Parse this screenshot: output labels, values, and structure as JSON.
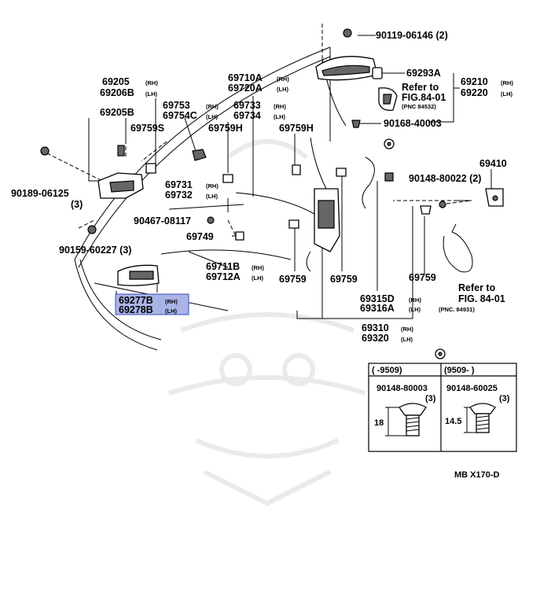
{
  "diagram_code": "MB  X170-D",
  "labels": {
    "p90119": "90119-06146 (2)",
    "p69293": "69293A",
    "p69210": "69210",
    "p69210s": "(RH)",
    "p69220": "69220",
    "p69220s": "(LH)",
    "refer1a": "Refer to",
    "refer1b": "FIG.84-01",
    "refer1c": "(PNC 84532)",
    "p90168": "90168-40003",
    "p69205": "69205",
    "p69205s": "(RH)",
    "p69206b": "69206B",
    "p69206bs": "(LH)",
    "p69205b": "69205B",
    "p69710a": "69710A",
    "p69710as": "(RH)",
    "p69720a": "69720A",
    "p69720as": "(LH)",
    "p69753": "69753",
    "p69753s": "(RH)",
    "p69754c": "69754C",
    "p69754cs": "(LH)",
    "p69733": "69733",
    "p69733s": "(RH)",
    "p69734": "69734",
    "p69734s": "(LH)",
    "p69759s": "69759S",
    "p69759h1": "69759H",
    "p69759h2": "69759H",
    "p90189": "90189-06125",
    "p90189q": "(3)",
    "p69731": "69731",
    "p69731s": "(RH)",
    "p69732": "69732",
    "p69732s": "(LH)",
    "p90467": "90467-08117",
    "p69749": "69749",
    "p90159": "90159-60227 (3)",
    "p69711b": "69711B",
    "p69711bs": "(RH)",
    "p69712a": "69712A",
    "p69712as": "(LH)",
    "p69410": "69410",
    "p90148": "90148-80022 (2)",
    "p69759a": "69759",
    "p69759b": "69759",
    "p69759c": "69759",
    "refer2a": "Refer to",
    "refer2b": "FIG. 84-01",
    "refer2c": "(PNC. 84931)",
    "p69315d": "69315D",
    "p69315ds": "(RH)",
    "p69316a": "69316A",
    "p69316as": "(LH)",
    "p69310": "69310",
    "p69310s": "(RH)",
    "p69320": "69320",
    "p69320s": "(LH)",
    "p69277b": "69277B",
    "p69277bs": "(RH)",
    "p69278b": "69278B",
    "p69278bs": "(LH)"
  },
  "table": {
    "col1_header": "(      -9509)",
    "col2_header": "(9509-        )",
    "col1_part": "90148-80003",
    "col1_qty": "(3)",
    "col2_part": "90148-60025",
    "col2_qty": "(3)",
    "col1_dim": "18",
    "col2_dim": "14.5"
  },
  "colors": {
    "highlight_fill": "#a9b4e6",
    "highlight_border": "#3b4cc0",
    "ink": "#000000",
    "watermark": "#e8e8e8"
  }
}
